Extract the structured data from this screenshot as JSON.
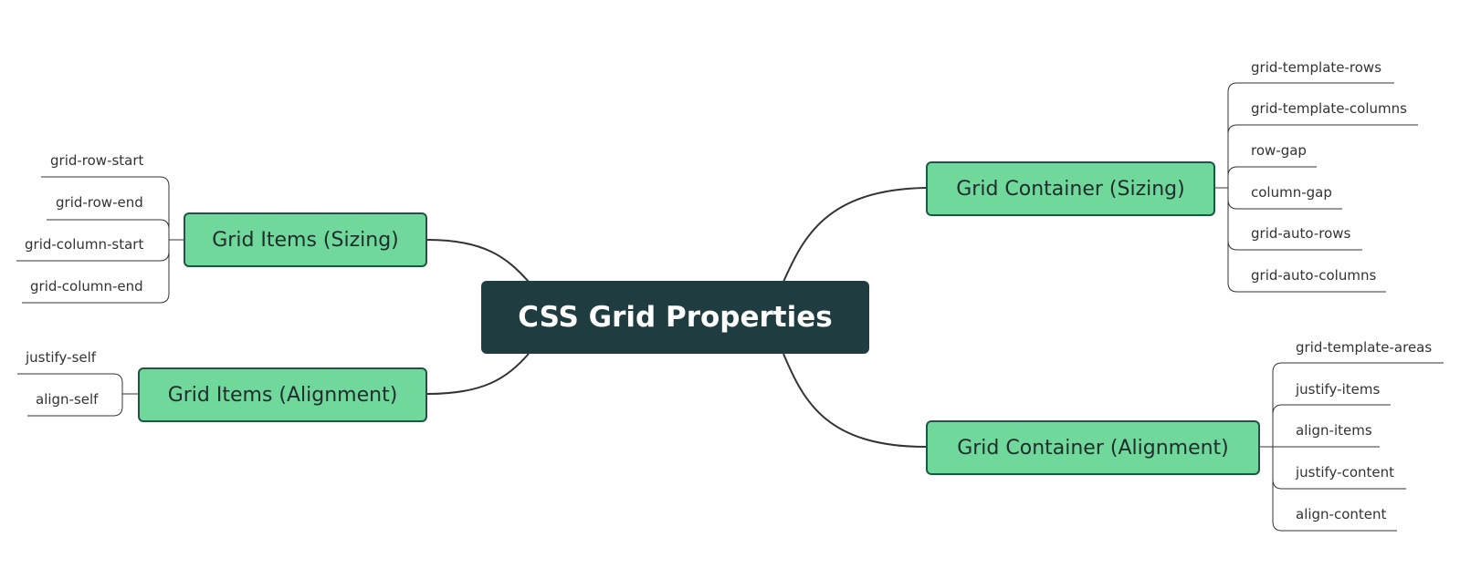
{
  "central": {
    "title": "CSS Grid Properties"
  },
  "topics": {
    "grid_container_sizing": {
      "label": "Grid Container (Sizing)",
      "items": [
        "grid-template-rows",
        "grid-template-columns",
        "row-gap",
        "column-gap",
        "grid-auto-rows",
        "grid-auto-columns"
      ]
    },
    "grid_container_alignment": {
      "label": "Grid Container (Alignment)",
      "items": [
        "grid-template-areas",
        "justify-items",
        "align-items",
        "justify-content",
        "align-content"
      ]
    },
    "grid_items_sizing": {
      "label": "Grid Items (Sizing)",
      "items": [
        "grid-row-start",
        "grid-row-end",
        "grid-column-start",
        "grid-column-end"
      ]
    },
    "grid_items_alignment": {
      "label": "Grid Items (Alignment)",
      "items": [
        "justify-self",
        "align-self"
      ]
    }
  },
  "colors": {
    "central_bg": "#1f3d40",
    "topic_bg": "#6fd89a",
    "topic_border": "#1e5646",
    "line": "#333333"
  }
}
